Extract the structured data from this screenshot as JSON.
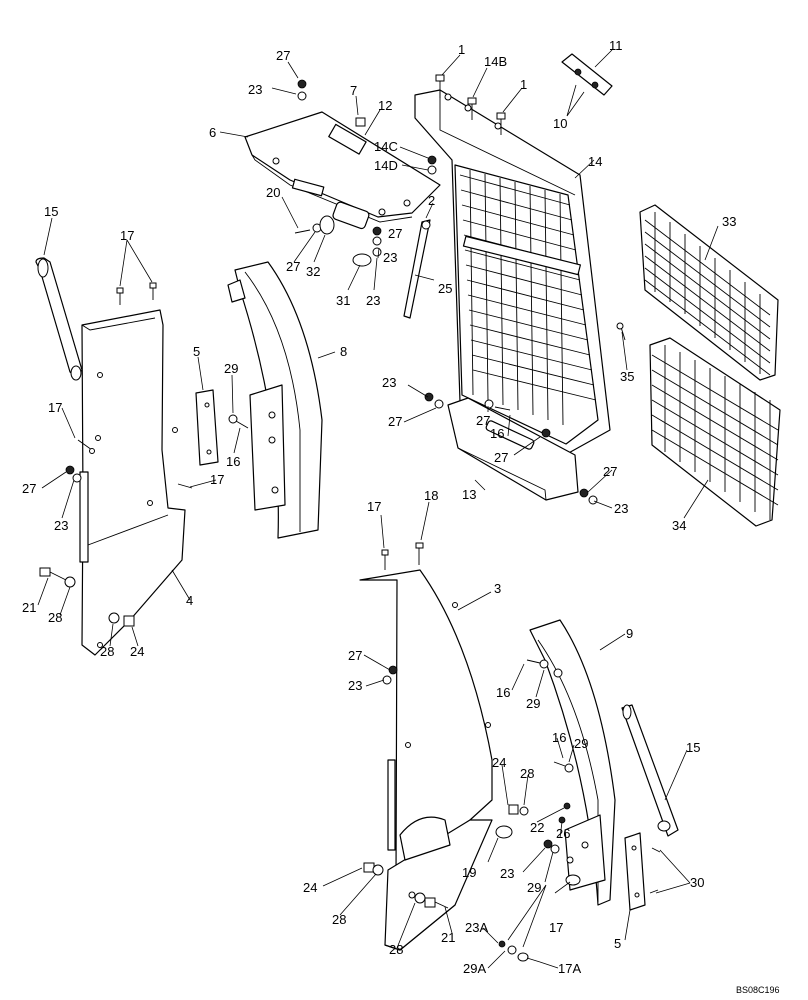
{
  "diagram": {
    "drawing_code": "BS08C196",
    "callouts": [
      {
        "id": "c27a",
        "label": "27"
      },
      {
        "id": "c23a",
        "label": "23"
      },
      {
        "id": "c7",
        "label": "7"
      },
      {
        "id": "c12",
        "label": "12"
      },
      {
        "id": "c6",
        "label": "6"
      },
      {
        "id": "c1a",
        "label": "1"
      },
      {
        "id": "c14B",
        "label": "14B"
      },
      {
        "id": "c1b",
        "label": "1"
      },
      {
        "id": "c11",
        "label": "11"
      },
      {
        "id": "c10",
        "label": "10"
      },
      {
        "id": "c14C",
        "label": "14C"
      },
      {
        "id": "c14D",
        "label": "14D"
      },
      {
        "id": "c14",
        "label": "14"
      },
      {
        "id": "c2",
        "label": "2"
      },
      {
        "id": "c20",
        "label": "20"
      },
      {
        "id": "c27b",
        "label": "27"
      },
      {
        "id": "c32",
        "label": "32"
      },
      {
        "id": "c23b",
        "label": "23"
      },
      {
        "id": "c27c",
        "label": "27"
      },
      {
        "id": "c31",
        "label": "31"
      },
      {
        "id": "c23c",
        "label": "23"
      },
      {
        "id": "c25",
        "label": "25"
      },
      {
        "id": "c33",
        "label": "33"
      },
      {
        "id": "c15a",
        "label": "15"
      },
      {
        "id": "c17a",
        "label": "17"
      },
      {
        "id": "c8",
        "label": "8"
      },
      {
        "id": "c5a",
        "label": "5"
      },
      {
        "id": "c29a",
        "label": "29"
      },
      {
        "id": "c16a",
        "label": "16"
      },
      {
        "id": "c17b",
        "label": "17"
      },
      {
        "id": "c17c",
        "label": "17"
      },
      {
        "id": "c27d",
        "label": "27"
      },
      {
        "id": "c23d",
        "label": "23"
      },
      {
        "id": "c23e",
        "label": "23"
      },
      {
        "id": "c27e",
        "label": "27"
      },
      {
        "id": "c27f",
        "label": "27"
      },
      {
        "id": "c16b",
        "label": "16"
      },
      {
        "id": "c27g",
        "label": "27"
      },
      {
        "id": "c35",
        "label": "35"
      },
      {
        "id": "c27h",
        "label": "27"
      },
      {
        "id": "c23f",
        "label": "23"
      },
      {
        "id": "c13",
        "label": "13"
      },
      {
        "id": "c34",
        "label": "34"
      },
      {
        "id": "c21a",
        "label": "21"
      },
      {
        "id": "c28a",
        "label": "28"
      },
      {
        "id": "c4",
        "label": "4"
      },
      {
        "id": "c28b",
        "label": "28"
      },
      {
        "id": "c24a",
        "label": "24"
      },
      {
        "id": "c17d",
        "label": "17"
      },
      {
        "id": "c18",
        "label": "18"
      },
      {
        "id": "c3",
        "label": "3"
      },
      {
        "id": "c9",
        "label": "9"
      },
      {
        "id": "c27i",
        "label": "27"
      },
      {
        "id": "c23g",
        "label": "23"
      },
      {
        "id": "c16c",
        "label": "16"
      },
      {
        "id": "c29b",
        "label": "29"
      },
      {
        "id": "c15b",
        "label": "15"
      },
      {
        "id": "c16d",
        "label": "16"
      },
      {
        "id": "c29c",
        "label": "29"
      },
      {
        "id": "c24b",
        "label": "24"
      },
      {
        "id": "c28c",
        "label": "28"
      },
      {
        "id": "c22",
        "label": "22"
      },
      {
        "id": "c26",
        "label": "26"
      },
      {
        "id": "c19",
        "label": "19"
      },
      {
        "id": "c23h",
        "label": "23"
      },
      {
        "id": "c29d",
        "label": "29"
      },
      {
        "id": "c30",
        "label": "30"
      },
      {
        "id": "c24c",
        "label": "24"
      },
      {
        "id": "c28d",
        "label": "28"
      },
      {
        "id": "c17e",
        "label": "17"
      },
      {
        "id": "c21b",
        "label": "21"
      },
      {
        "id": "c28e",
        "label": "28"
      },
      {
        "id": "c23A",
        "label": "23A"
      },
      {
        "id": "c29A",
        "label": "29A"
      },
      {
        "id": "c17A",
        "label": "17A"
      },
      {
        "id": "c5b",
        "label": "5"
      }
    ]
  }
}
